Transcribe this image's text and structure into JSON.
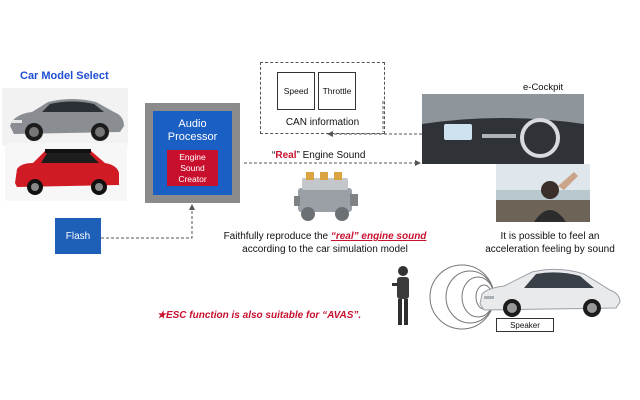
{
  "car_select": {
    "title": "Car Model Select"
  },
  "flash": {
    "label": "Flash"
  },
  "audio_processor": {
    "title": "Audio Processor",
    "engine_sound_creator": "Engine Sound Creator"
  },
  "can": {
    "tile_speed": "Speed",
    "tile_throttle": "Throttle",
    "label": "CAN information"
  },
  "engine_sound": {
    "quote_open": "“",
    "real": "Real",
    "quote_close": "”",
    "rest": " Engine Sound"
  },
  "faithful": {
    "pre": "Faithfully reproduce the ",
    "emphasis": "“real” engine sound",
    "post": "according to the car simulation model"
  },
  "ecockpit": {
    "label": "e-Cockpit"
  },
  "acceleration": {
    "text": "It is possible to feel an acceleration feeling by sound"
  },
  "speaker": {
    "label": "Speaker"
  },
  "avas_note": {
    "text": "★ESC function is also suitable for “AVAS”."
  }
}
